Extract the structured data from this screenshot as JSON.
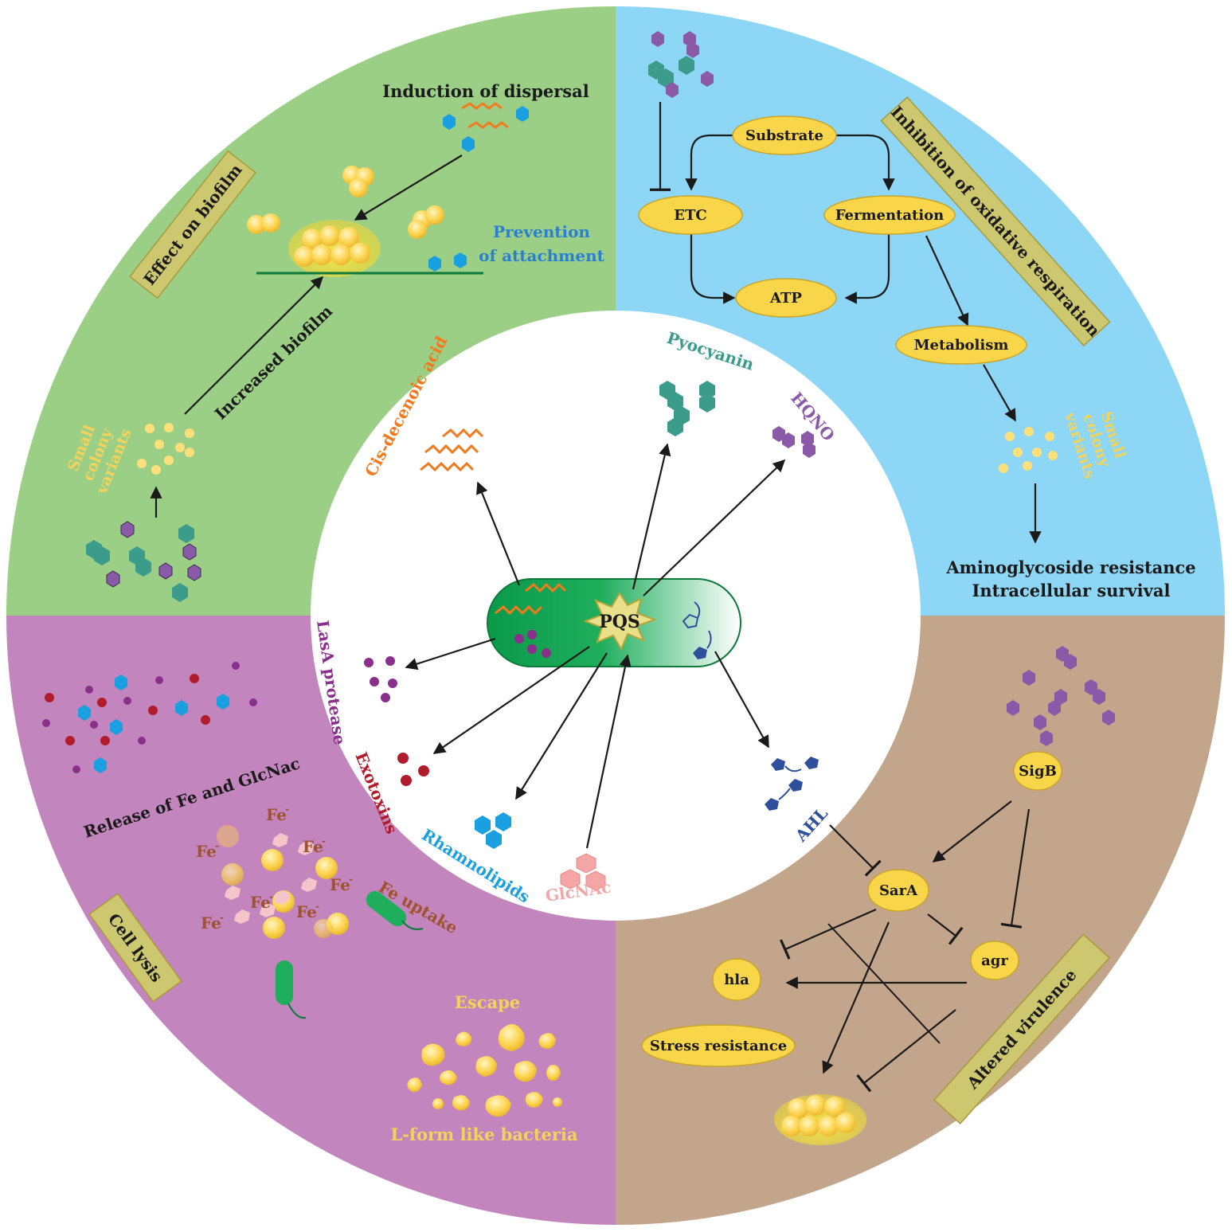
{
  "colors": {
    "green_quadrant": "#9ccf86",
    "blue_quadrant": "#8dd6f6",
    "purple_quadrant": "#c285bd",
    "brown_quadrant": "#c2a58a",
    "center": "#ffffff",
    "node_fill": "#f9d54a",
    "label_box": "#cdc76f",
    "bacterium_dark": "#0b9a4a",
    "pyocyanin": "#3b9c8c",
    "hqno": "#8a5aa8",
    "cis_decenoic": "#f07a1c",
    "rhamnolipids": "#1aa0e0",
    "exotoxins": "#b01c2c",
    "glcnac": "#f4a6a6",
    "ahl": "#2d4f9c",
    "lasa": "#8a2f8c",
    "scv": "#fde07a",
    "fe_text": "#a0522d"
  },
  "center": {
    "pqs": "PQS",
    "cis_decenoic_acid": "Cis-decenoic acid",
    "pyocyanin": "Pyocyanin",
    "hqno": "HQNO",
    "lasa_protease": "LasA protease",
    "exotoxins": "Exotoxins",
    "rhamnolipids": "Rhamnolipids",
    "glcnac": "GlcNAc",
    "ahl": "AHL"
  },
  "biofilm": {
    "title": "Effect on biofilm",
    "induction_of_dispersal": "Induction of dispersal",
    "prevention_line1": "Prevention",
    "prevention_line2": "of attachment",
    "increased_biofilm": "Increased biofilm",
    "scv_line1": "Small",
    "scv_line2": "colony",
    "scv_line3": "variants"
  },
  "respiration": {
    "title": "Inhibition of oxidative respiration",
    "substrate": "Substrate",
    "etc": "ETC",
    "fermentation": "Fermentation",
    "atp": "ATP",
    "metabolism": "Metabolism",
    "scv_line1": "Small",
    "scv_line2": "colony",
    "scv_line3": "variants",
    "outcome_line1": "Aminoglycoside resistance",
    "outcome_line2": "Intracellular survival"
  },
  "lysis": {
    "title": "Cell lysis",
    "release": "Release of Fe  and GlcNac",
    "fe": "Fe",
    "fe_superscript": "-",
    "fe_uptake": "Fe uptake",
    "escape": "Escape",
    "lform": "L-form like bacteria"
  },
  "virulence": {
    "title": "Altered virulence",
    "sigb": "SigB",
    "sara": "SarA",
    "agr": "agr",
    "hla": "hla",
    "stress_resistance": "Stress resistance"
  }
}
